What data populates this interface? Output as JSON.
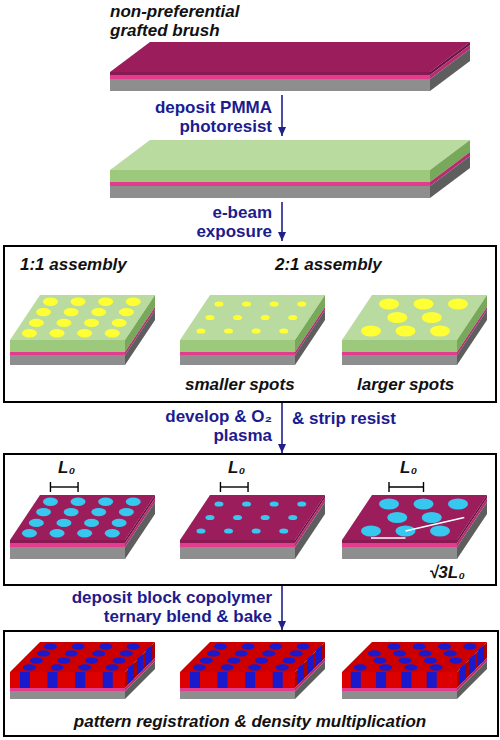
{
  "diagram": {
    "nodes": [
      {
        "text": [
          "non-preferential grafted brush"
        ]
      },
      {
        "text": [
          "1:1 assembly",
          "2:1 assembly",
          "smaller spots",
          "larger spots"
        ]
      },
      {
        "text": [
          "L₀",
          "L₀",
          "L₀",
          "√3L₀"
        ]
      },
      {
        "text": [
          "pattern registration & density multiplication"
        ]
      }
    ],
    "edges": [
      {
        "from": 1,
        "to": 2,
        "arrow": "to",
        "label": "develop & O₂ plasma"
      },
      {
        "from": 2,
        "to": 3,
        "arrow": "to",
        "label": "deposit block copolymer ternary blend & bake"
      }
    ],
    "labels": [
      "deposit PMMA photoresist",
      "e-beam exposure",
      "& strip resist"
    ]
  }
}
